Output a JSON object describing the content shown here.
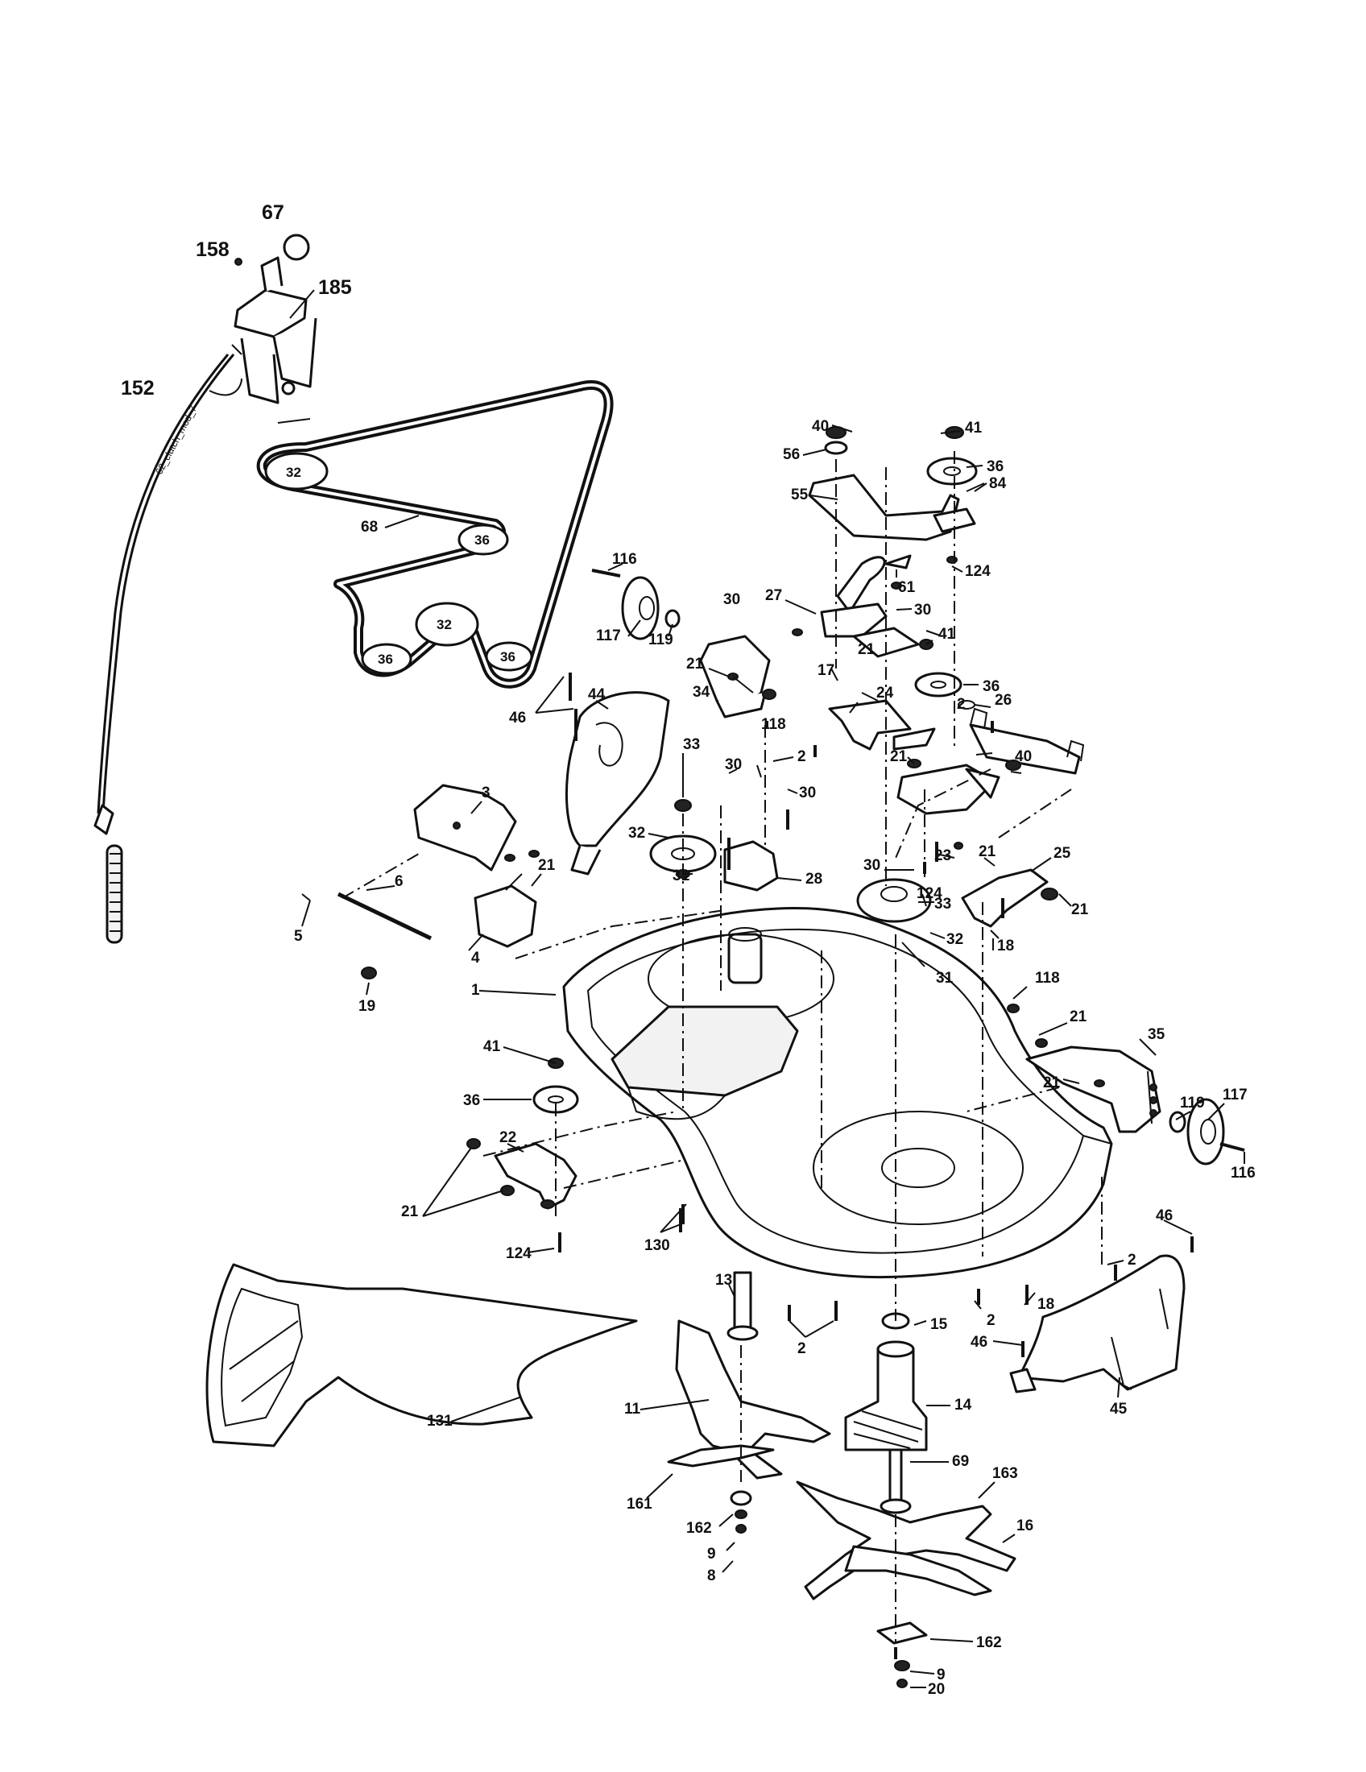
{
  "diagram": {
    "cable_text": "62_clutch_mod_7",
    "callouts": [
      {
        "label": "67"
      },
      {
        "label": "158"
      },
      {
        "label": "185"
      },
      {
        "label": "152"
      },
      {
        "label": "68"
      },
      {
        "label": "40"
      },
      {
        "label": "41"
      },
      {
        "label": "56"
      },
      {
        "label": "36"
      },
      {
        "label": "84"
      },
      {
        "label": "55"
      },
      {
        "label": "124"
      },
      {
        "label": "61"
      },
      {
        "label": "116"
      },
      {
        "label": "27"
      },
      {
        "label": "30"
      },
      {
        "label": "30"
      },
      {
        "label": "117"
      },
      {
        "label": "119"
      },
      {
        "label": "21"
      },
      {
        "label": "41"
      },
      {
        "label": "21"
      },
      {
        "label": "17"
      },
      {
        "label": "36"
      },
      {
        "label": "34"
      },
      {
        "label": "118"
      },
      {
        "label": "24"
      },
      {
        "label": "26"
      },
      {
        "label": "46"
      },
      {
        "label": "44"
      },
      {
        "label": "2"
      },
      {
        "label": "2"
      },
      {
        "label": "40"
      },
      {
        "label": "21"
      },
      {
        "label": "33"
      },
      {
        "label": "30"
      },
      {
        "label": "30"
      },
      {
        "label": "3"
      },
      {
        "label": "32"
      },
      {
        "label": "23"
      },
      {
        "label": "31"
      },
      {
        "label": "28"
      },
      {
        "label": "30"
      },
      {
        "label": "21"
      },
      {
        "label": "25"
      },
      {
        "label": "124"
      },
      {
        "label": "21"
      },
      {
        "label": "6"
      },
      {
        "label": "21"
      },
      {
        "label": "33"
      },
      {
        "label": "18"
      },
      {
        "label": "32"
      },
      {
        "label": "5"
      },
      {
        "label": "4"
      },
      {
        "label": "31"
      },
      {
        "label": "19"
      },
      {
        "label": "1"
      },
      {
        "label": "118"
      },
      {
        "label": "21"
      },
      {
        "label": "41"
      },
      {
        "label": "35"
      },
      {
        "label": "36"
      },
      {
        "label": "21"
      },
      {
        "label": "119"
      },
      {
        "label": "117"
      },
      {
        "label": "22"
      },
      {
        "label": "116"
      },
      {
        "label": "21"
      },
      {
        "label": "124"
      },
      {
        "label": "130"
      },
      {
        "label": "46"
      },
      {
        "label": "2"
      },
      {
        "label": "13"
      },
      {
        "label": "15"
      },
      {
        "label": "18"
      },
      {
        "label": "2"
      },
      {
        "label": "2"
      },
      {
        "label": "46"
      },
      {
        "label": "14"
      },
      {
        "label": "45"
      },
      {
        "label": "131"
      },
      {
        "label": "11"
      },
      {
        "label": "69"
      },
      {
        "label": "163"
      },
      {
        "label": "161"
      },
      {
        "label": "162"
      },
      {
        "label": "9"
      },
      {
        "label": "8"
      },
      {
        "label": "16"
      },
      {
        "label": "162"
      },
      {
        "label": "9"
      },
      {
        "label": "20"
      }
    ],
    "pulley_labels": [
      {
        "label": "32"
      },
      {
        "label": "36"
      },
      {
        "label": "32"
      },
      {
        "label": "36"
      },
      {
        "label": "36"
      }
    ]
  }
}
